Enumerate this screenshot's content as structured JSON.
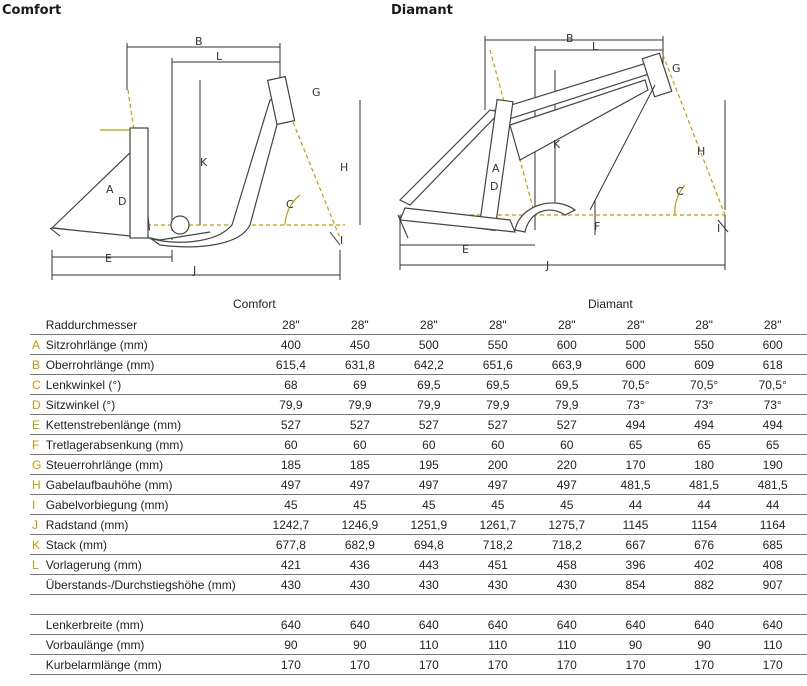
{
  "titles": {
    "comfort": "Comfort",
    "diamant": "Diamant"
  },
  "diagram_labels": {
    "comfort": [
      "A",
      "B",
      "C",
      "D",
      "E",
      "G",
      "H",
      "I",
      "J",
      "K",
      "L"
    ],
    "diamant": [
      "A",
      "B",
      "C",
      "D",
      "E",
      "F",
      "G",
      "H",
      "I",
      "J",
      "K",
      "L"
    ]
  },
  "colors": {
    "accent": "#c79a00",
    "rule": "#777777"
  },
  "table": {
    "group_comfort": "Comfort",
    "group_diamant": "Diamant",
    "rows": [
      {
        "letter": "",
        "name": "Raddurchmesser",
        "values": [
          "28\"",
          "28\"",
          "28\"",
          "28\"",
          "28\"",
          "28\"",
          "28\"",
          "28\""
        ]
      },
      {
        "letter": "A",
        "name": "Sitzrohrlänge (mm)",
        "values": [
          "400",
          "450",
          "500",
          "550",
          "600",
          "500",
          "550",
          "600"
        ]
      },
      {
        "letter": "B",
        "name": "Oberrohrlänge (mm)",
        "values": [
          "615,4",
          "631,8",
          "642,2",
          "651,6",
          "663,9",
          "600",
          "609",
          "618"
        ]
      },
      {
        "letter": "C",
        "name": "Lenkwinkel (°)",
        "values": [
          "68",
          "69",
          "69,5",
          "69,5",
          "69,5",
          "70,5°",
          "70,5°",
          "70,5°"
        ]
      },
      {
        "letter": "D",
        "name": "Sitzwinkel (°)",
        "values": [
          "79,9",
          "79,9",
          "79,9",
          "79,9",
          "79,9",
          "73°",
          "73°",
          "73°"
        ]
      },
      {
        "letter": "E",
        "name": "Kettenstrebenlänge (mm)",
        "values": [
          "527",
          "527",
          "527",
          "527",
          "527",
          "494",
          "494",
          "494"
        ]
      },
      {
        "letter": "F",
        "name": "Tretlagerabsenkung (mm)",
        "values": [
          "60",
          "60",
          "60",
          "60",
          "60",
          "65",
          "65",
          "65"
        ]
      },
      {
        "letter": "G",
        "name": "Steuerrohrlänge (mm)",
        "values": [
          "185",
          "185",
          "195",
          "200",
          "220",
          "170",
          "180",
          "190"
        ]
      },
      {
        "letter": "H",
        "name": "Gabelaufbauhöhe (mm)",
        "values": [
          "497",
          "497",
          "497",
          "497",
          "497",
          "481,5",
          "481,5",
          "481,5"
        ]
      },
      {
        "letter": "I",
        "name": "Gabelvorbiegung (mm)",
        "values": [
          "45",
          "45",
          "45",
          "45",
          "45",
          "44",
          "44",
          "44"
        ]
      },
      {
        "letter": "J",
        "name": "Radstand (mm)",
        "values": [
          "1242,7",
          "1246,9",
          "1251,9",
          "1261,7",
          "1275,7",
          "1145",
          "1154",
          "1164"
        ]
      },
      {
        "letter": "K",
        "name": "Stack (mm)",
        "values": [
          "677,8",
          "682,9",
          "694,8",
          "718,2",
          "718,2",
          "667",
          "676",
          "685"
        ]
      },
      {
        "letter": "L",
        "name": "Vorlagerung (mm)",
        "values": [
          "421",
          "436",
          "443",
          "451",
          "458",
          "396",
          "402",
          "408"
        ]
      },
      {
        "letter": "",
        "name": "Überstands-/Durchstiegshöhe (mm)",
        "values": [
          "430",
          "430",
          "430",
          "430",
          "430",
          "854",
          "882",
          "907"
        ]
      }
    ],
    "extra_rows": [
      {
        "name": "Lenkerbreite (mm)",
        "values": [
          "640",
          "640",
          "640",
          "640",
          "640",
          "640",
          "640",
          "640"
        ]
      },
      {
        "name": "Vorbaulänge (mm)",
        "values": [
          "90",
          "90",
          "110",
          "110",
          "110",
          "90",
          "90",
          "110"
        ]
      },
      {
        "name": "Kurbelarmlänge (mm)",
        "values": [
          "170",
          "170",
          "170",
          "170",
          "170",
          "170",
          "170",
          "170"
        ]
      }
    ]
  }
}
